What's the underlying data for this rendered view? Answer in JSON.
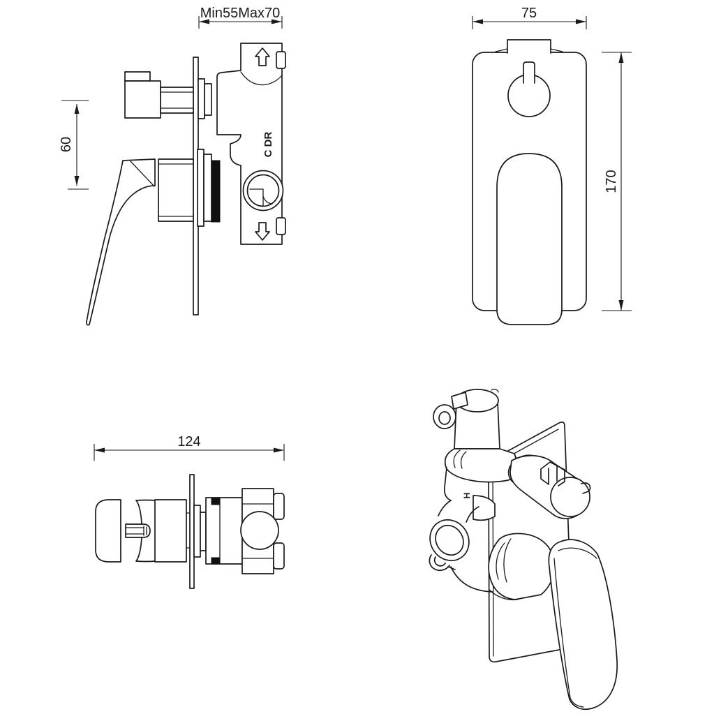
{
  "drawing": {
    "background": "#ffffff",
    "line_color": "#1a1a1a",
    "views": {
      "side": {
        "dim_depth": "Min55Max70",
        "dim_offset": "60",
        "port_label": "C DR"
      },
      "front": {
        "dim_width": "75",
        "dim_height": "170"
      },
      "plan": {
        "dim_width": "124"
      },
      "perspective": {
        "inlet_label": "H"
      }
    }
  }
}
